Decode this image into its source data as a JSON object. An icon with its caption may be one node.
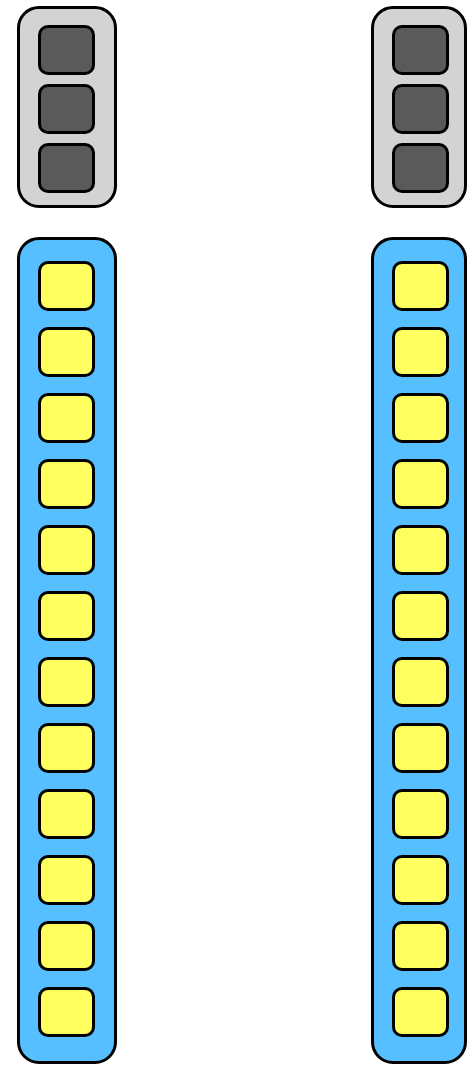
{
  "diagram": {
    "nodes": [
      {
        "text": [],
        "shape": "box"
      },
      {
        "text": [],
        "shape": "box",
        "in": 0
      },
      {
        "text": [],
        "shape": "box",
        "in": 0
      },
      {
        "text": [],
        "shape": "box",
        "in": 0
      },
      {
        "text": [],
        "shape": "box"
      },
      {
        "text": [],
        "shape": "box",
        "in": 4
      },
      {
        "text": [],
        "shape": "box",
        "in": 4
      },
      {
        "text": [],
        "shape": "box",
        "in": 4
      },
      {
        "text": [],
        "shape": "box"
      },
      {
        "text": [],
        "shape": "box",
        "in": 8
      },
      {
        "text": [],
        "shape": "box",
        "in": 8
      },
      {
        "text": [],
        "shape": "box",
        "in": 8
      },
      {
        "text": [],
        "shape": "box",
        "in": 8
      },
      {
        "text": [],
        "shape": "box",
        "in": 8
      },
      {
        "text": [],
        "shape": "box",
        "in": 8
      },
      {
        "text": [],
        "shape": "box",
        "in": 8
      },
      {
        "text": [],
        "shape": "box",
        "in": 8
      },
      {
        "text": [],
        "shape": "box",
        "in": 8
      },
      {
        "text": [],
        "shape": "box",
        "in": 8
      },
      {
        "text": [],
        "shape": "box",
        "in": 8
      },
      {
        "text": [],
        "shape": "box",
        "in": 8
      },
      {
        "text": [],
        "shape": "box"
      },
      {
        "text": [],
        "shape": "box",
        "in": 21
      },
      {
        "text": [],
        "shape": "box",
        "in": 21
      },
      {
        "text": [],
        "shape": "box",
        "in": 21
      },
      {
        "text": [],
        "shape": "box",
        "in": 21
      },
      {
        "text": [],
        "shape": "box",
        "in": 21
      },
      {
        "text": [],
        "shape": "box",
        "in": 21
      },
      {
        "text": [],
        "shape": "box",
        "in": 21
      },
      {
        "text": [],
        "shape": "box",
        "in": 21
      },
      {
        "text": [],
        "shape": "box",
        "in": 21
      },
      {
        "text": [],
        "shape": "box",
        "in": 21
      },
      {
        "text": [],
        "shape": "box",
        "in": 21
      },
      {
        "text": [],
        "shape": "box",
        "in": 21
      }
    ]
  }
}
